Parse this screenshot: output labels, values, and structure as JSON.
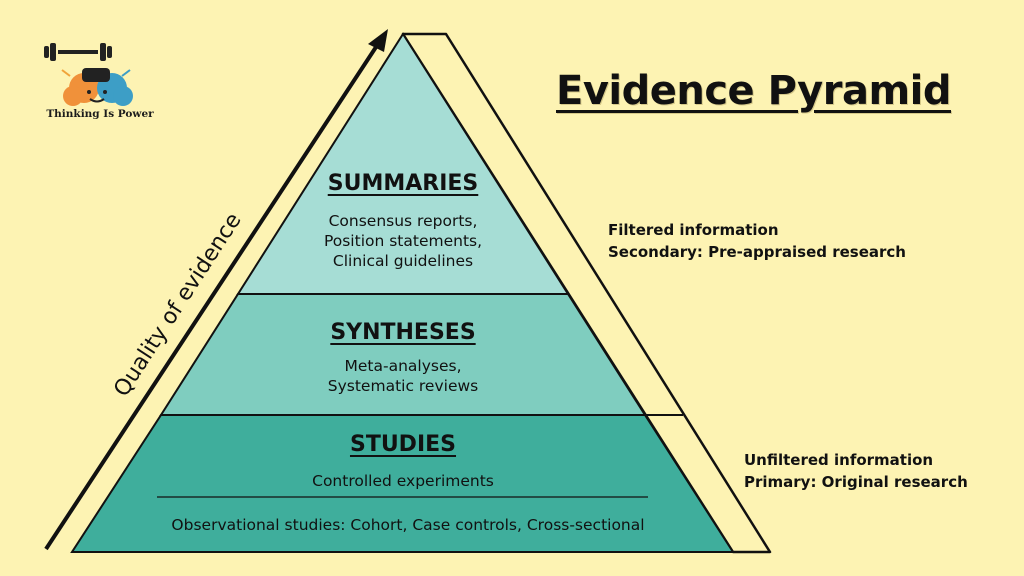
{
  "title": "Evidence Pyramid",
  "logo": {
    "caption": "Thinking Is Power",
    "icon": "brain-dumbbell-logo"
  },
  "axis": {
    "label": "Quality of evidence"
  },
  "tiers": [
    {
      "title": "SUMMARIES",
      "items": [
        "Consensus reports,",
        "Position statements,",
        "Clinical guidelines"
      ]
    },
    {
      "title": "SYNTHESES",
      "items": [
        "Meta-analyses,",
        "Systematic reviews"
      ]
    },
    {
      "title": "STUDIES",
      "upper": "Controlled experiments",
      "lower": "Observational studies: Cohort, Case controls, Cross-sectional"
    }
  ],
  "filtered": {
    "line1": "Filtered information",
    "line2": "Secondary: Pre-appraised research"
  },
  "unfiltered": {
    "line1": "Unfiltered information",
    "line2": "Primary: Original research"
  },
  "colors": {
    "background": "#fdf3b3",
    "summaries": "#a6ddd5",
    "syntheses": "#7fcdbf",
    "studies": "#3fae9c",
    "outline": "#111111"
  }
}
